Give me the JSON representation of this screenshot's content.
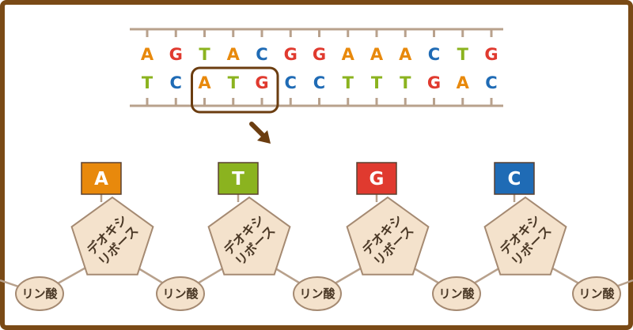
{
  "strand_top": [
    "A",
    "G",
    "T",
    "A",
    "C",
    "G",
    "G",
    "A",
    "A",
    "A",
    "C",
    "T",
    "G"
  ],
  "strand_bottom": [
    "T",
    "C",
    "A",
    "T",
    "G",
    "C",
    "C",
    "T",
    "T",
    "T",
    "G",
    "A",
    "C"
  ],
  "colors": {
    "A": "#e8890c",
    "T": "#8bb31f",
    "G": "#e03a2f",
    "C": "#1f6bb5",
    "frame": "#7a4a16",
    "highlight": "#6b3d10",
    "backbone": "#b8a18c",
    "sugar_fill": "#f4e2cc",
    "sugar_stroke": "#a58a72"
  },
  "nucleotides": [
    {
      "base": "A",
      "sugar_label_1": "デオキシ",
      "sugar_label_2": "リボース"
    },
    {
      "base": "T",
      "sugar_label_1": "デオキシ",
      "sugar_label_2": "リボース"
    },
    {
      "base": "G",
      "sugar_label_1": "デオキシ",
      "sugar_label_2": "リボース"
    },
    {
      "base": "C",
      "sugar_label_1": "デオキシ",
      "sugar_label_2": "リボース"
    }
  ],
  "phosphate_label": "リン酸",
  "phosphate_count": 5,
  "highlight_range": [
    2,
    5
  ],
  "arrow_icon": "down-right-arrow-icon"
}
